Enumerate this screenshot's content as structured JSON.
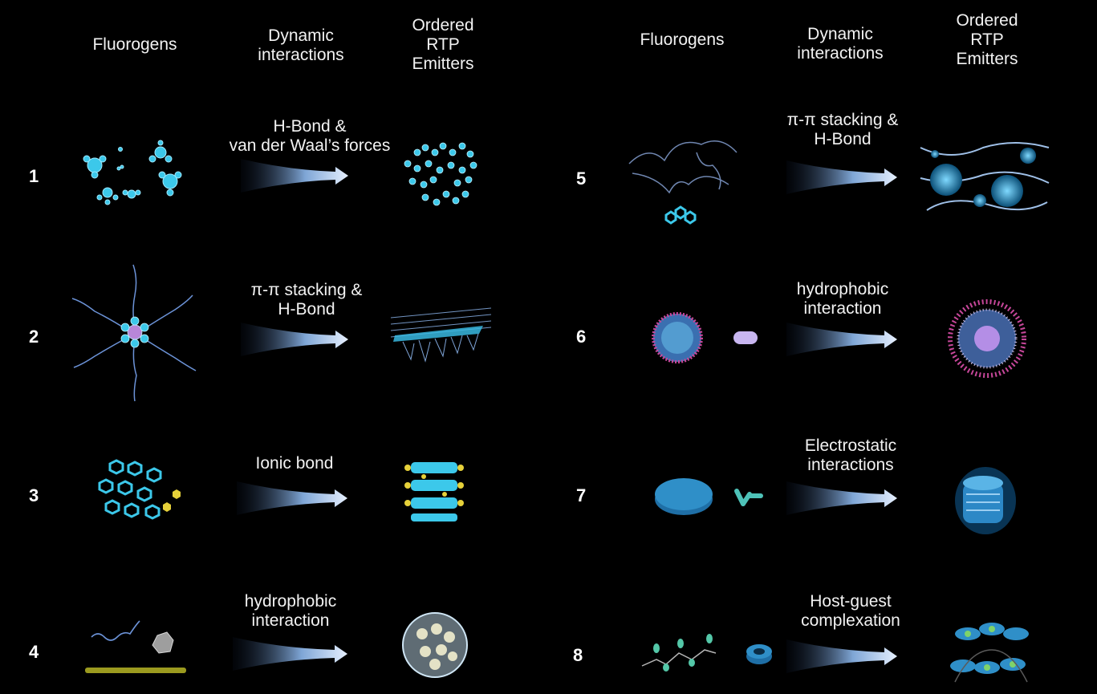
{
  "headers": {
    "left": {
      "fluorogens": "Fluorogens",
      "dynamic": "Dynamic\ninteractions",
      "ordered": "Ordered\nRTP\nEmitters"
    },
    "right": {
      "fluorogens": "Fluorogens",
      "dynamic": "Dynamic\ninteractions",
      "ordered": "Ordered\nRTP\nEmitters"
    }
  },
  "rows": [
    {
      "num": "1",
      "interaction": "H-Bond &\nvan der Waal’s forces"
    },
    {
      "num": "2",
      "interaction": "π-π stacking &\nH-Bond"
    },
    {
      "num": "3",
      "interaction": "Ionic bond"
    },
    {
      "num": "4",
      "interaction": "hydrophobic\ninteraction"
    },
    {
      "num": "5",
      "interaction": "π-π stacking &\nH-Bond"
    },
    {
      "num": "6",
      "interaction": "hydrophobic\ninteraction"
    },
    {
      "num": "7",
      "interaction": "Electrostatic\ninteractions"
    },
    {
      "num": "8",
      "interaction": "Host-guest\ncomplexation"
    }
  ],
  "colors": {
    "cyan": "#39c6e8",
    "pink": "#c7479a",
    "yellow": "#e6d13a",
    "arrow": "#cfe2f7",
    "background": "#000000"
  }
}
